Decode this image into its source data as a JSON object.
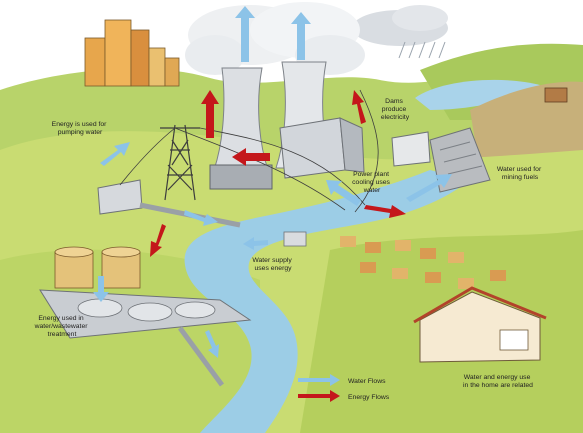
{
  "labels": {
    "energy_pumping": [
      "Energy is used for",
      "pumping water"
    ],
    "dams": [
      "Dams",
      "produce",
      "electricity"
    ],
    "power_plant": [
      "Power plant",
      "cooling uses",
      "water"
    ],
    "mining": [
      "Water used for",
      "mining fuels"
    ],
    "water_supply": [
      "Water supply",
      "uses energy"
    ],
    "treatment": [
      "Energy used in",
      "water/wastewater",
      "treatment"
    ],
    "home": [
      "Water and energy use",
      "in the home are related"
    ]
  },
  "legend": {
    "water": "Water Flows",
    "energy": "Energy Flows"
  },
  "colors": {
    "water_arrow": "#8cc3e8",
    "energy_arrow": "#c4171b",
    "river": "#9ccde6",
    "land": "#c9dc72",
    "sky": "#ffffff"
  }
}
